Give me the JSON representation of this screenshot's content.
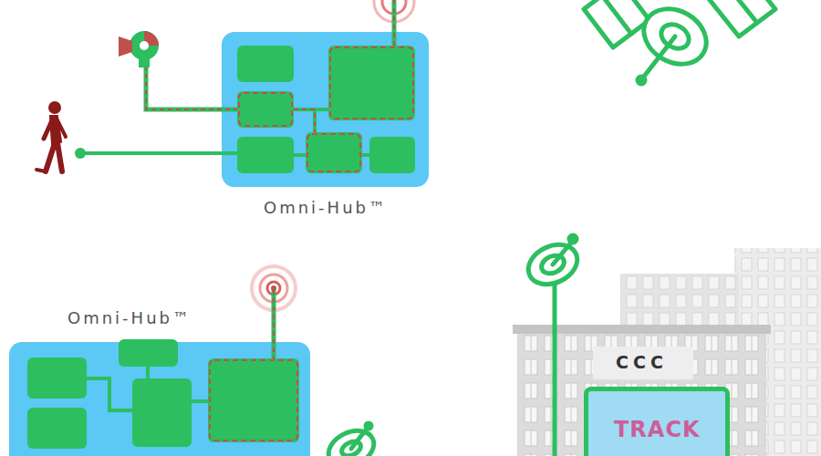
{
  "diagram": {
    "nodes": [
      {
        "text": [
          "Omni-Hub™"
        ]
      },
      {
        "text": [
          "Omni-Hub™"
        ]
      },
      {
        "text": [
          "CCC"
        ]
      },
      {
        "text": [
          "TRACK"
        ],
        "in": 2
      }
    ]
  }
}
